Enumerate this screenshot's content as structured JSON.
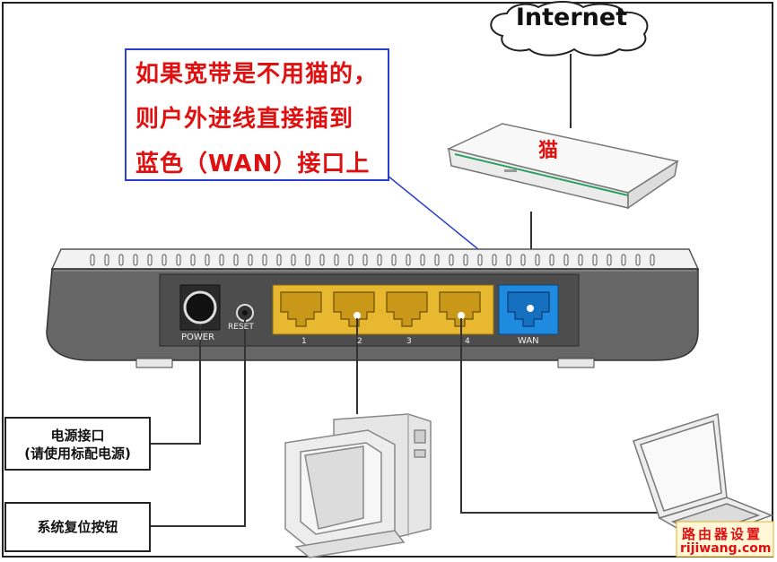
{
  "internet_label": "Internet",
  "modem_label": "猫",
  "annotation": {
    "lines": [
      "如果宽带是不用猫的，",
      "则户外进线直接插到",
      "蓝色（WAN）接口上"
    ]
  },
  "ports": {
    "power": "POWER",
    "reset": "RESET",
    "lan_numbers": [
      "1",
      "2",
      "3",
      "4"
    ],
    "wan": "WAN"
  },
  "callouts": {
    "power_line1": "电源接口",
    "power_line2": "(请使用标配电源)",
    "reset": "系统复位按钮"
  },
  "watermark": {
    "chinese": "路由器设置",
    "url": "rijiwang.com"
  },
  "colors": {
    "annotation_text": "#e01010",
    "annotation_border": "#2a3fd0",
    "lan_port": "#e8b830",
    "wan_port": "#1e8ae0",
    "router_body": "#666666"
  }
}
